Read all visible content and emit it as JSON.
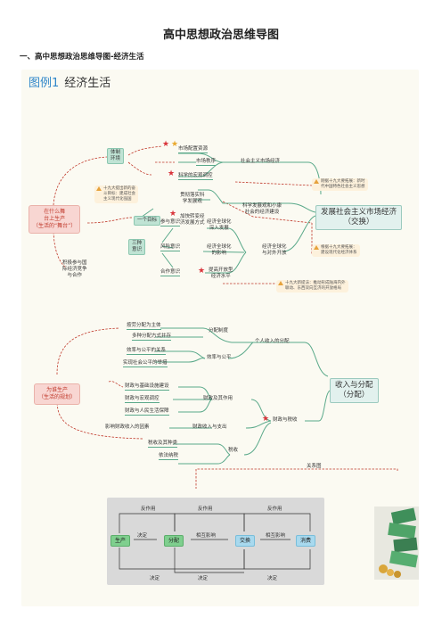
{
  "doc_title": "高中思想政治思维导图",
  "section_heading": "一、高中思想政治思维导图-经济生活",
  "example": {
    "label": "图例1",
    "name": "经济生活"
  },
  "top": {
    "stage": "在什么舞\n台上生产\n（生活的“舞台”）",
    "env": "体制\n环境",
    "env_items": [
      "市场配置资源",
      "市场秩序",
      "科学的宏观调控"
    ],
    "market_econ": "社会主义市场经济",
    "goal": "一个目标",
    "goal_items": [
      "贯彻落实科\n学发展观",
      "加快转变经\n济发展方式"
    ],
    "xiaokang": "科学发展观和小康\n社会的经济建设",
    "three": "三种\n意识",
    "three_items": [
      "参与意识",
      "风险意识",
      "合作意识"
    ],
    "glob_items": [
      "经济全球化\n深入发展",
      "经济全球化\n的影响",
      "提高开放型\n经济水平"
    ],
    "open": "经济全球化\n与对外开放",
    "participate": "积极参与国\n际经济竞争\n与合作",
    "big": "发展社会主义市场经济\n（交换）",
    "notes": [
      "十九大提出新的奋\n斗目标：建成社会\n主义现代化强国",
      "刚据十九大要拓展：新时\n代中国特色社会主义思想",
      "根据十九大要拓展：\n建设现代化经济体系",
      "十九大新提法：推动形成陆海内外\n联动、东西双向互济的开放格局"
    ]
  },
  "mid": {
    "purpose": "为谁生产\n（生活的规划）",
    "dist_items": [
      "按劳分配为主体",
      "多种分配方式并存"
    ],
    "dist": "分配制度",
    "eff_items": [
      "效率与公平的关系",
      "实现社会公平的举措"
    ],
    "eff": "效率与公平",
    "personal": "个人收入的分配",
    "fin_items": [
      "财政与基础设施建设",
      "财政与宏观调控",
      "财政与人民生活保障"
    ],
    "fin": "财政及其作用",
    "factors": "影响财政收入的因素",
    "in_out": "财政收入与支出",
    "tax_items": [
      "税收及其种类",
      "依法纳税"
    ],
    "tax": "税收",
    "fin_tax": "财政与税收",
    "big": "收入与分配\n（分配）"
  },
  "relation": {
    "label": "关系图",
    "nodes": [
      "生产",
      "分配",
      "交换",
      "消费"
    ],
    "top_labels": [
      "反作用",
      "反作用",
      "反作用"
    ],
    "bottom_labels": [
      "决定",
      "决定",
      "决定"
    ],
    "mid_labels": [
      "决定",
      "相互影响",
      "相互影响"
    ]
  }
}
